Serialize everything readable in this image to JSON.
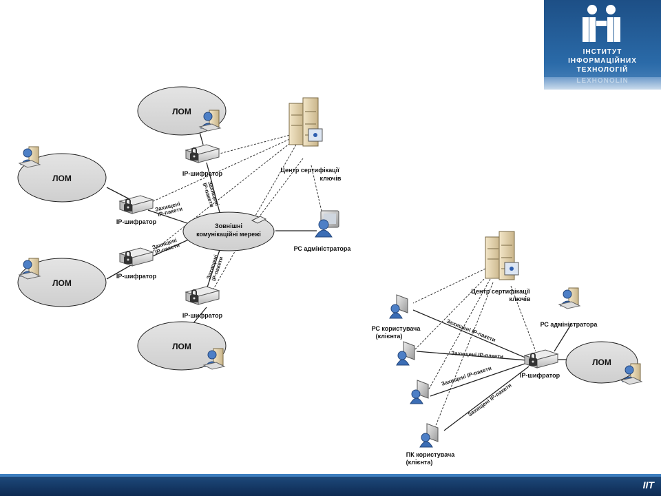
{
  "logo": {
    "line1": "ІНСТИТУТ",
    "line2": "ІНФОРМАЦІЙНИХ",
    "line3": "ТЕХНОЛОГІЙ",
    "reflection": "LEXHONOLIN",
    "icon": "iit-logo-icon"
  },
  "footer": {
    "brand": "IIT"
  },
  "left": {
    "lom": "ЛОМ",
    "encryptor": "IP-шифратор",
    "cert_center_1": "Центр сертифікації",
    "cert_center_2": "ключів",
    "network_1": "Зовнішні",
    "network_2": "комунікаційні мережі",
    "admin": "РС адміністратора",
    "pkt_1": "Захищені",
    "pkt_2": "IP-пакети"
  },
  "right": {
    "cert_center_1": "Центр сертифікації",
    "cert_center_2": "ключів",
    "admin": "РС адміністратора",
    "user_1": "РС користувача",
    "user_2": "(клієнта)",
    "laptop_1": "ПК користувача",
    "laptop_2": "(клієнта)",
    "encryptor": "IP-шифратор",
    "lom": "ЛОМ",
    "pkt": "Захищені IP-пакети"
  }
}
